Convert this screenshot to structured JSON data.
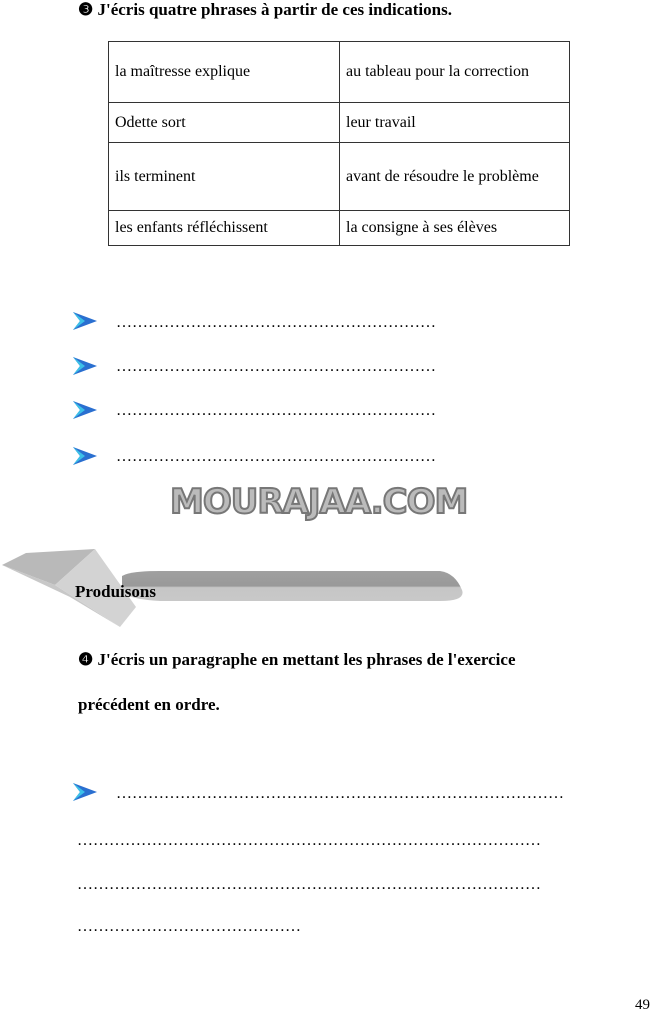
{
  "exercise3": {
    "title": "❸ J'écris quatre phrases à partir de ces indications.",
    "table": [
      [
        "la maîtresse explique",
        "au tableau pour la correction"
      ],
      [
        "Odette sort",
        "leur travail"
      ],
      [
        "ils terminent",
        "avant de résoudre le problème"
      ],
      [
        "les enfants réfléchissent",
        "la consigne à ses élèves"
      ]
    ],
    "lines": [
      "……………………………………………………",
      "……………………………………………………",
      "……………………………………………………",
      "……………………………………………………"
    ]
  },
  "watermark": "MOURAJAA.COM",
  "section": {
    "title": "Produisons"
  },
  "exercise4": {
    "title_line1": "❹ J'écris un paragraphe en mettant les phrases de l'exercice",
    "title_line2": "précédent en ordre.",
    "lines": [
      "…………………………………………………………………………",
      "……………………………………………………………………………",
      "……………………………………………………………………………",
      "……………………………………"
    ]
  },
  "page_number": "49"
}
